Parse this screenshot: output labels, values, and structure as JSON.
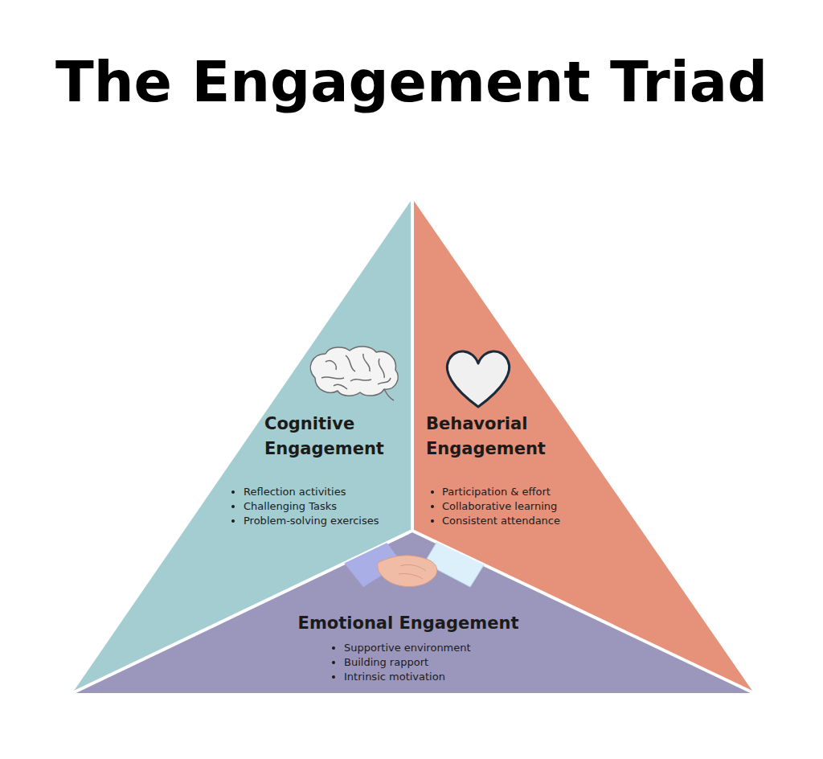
{
  "diagram": {
    "title": "The Engagement Triad",
    "nodes": [
      {
        "text": [
          "Cognitive Engagement",
          "Reflection activities",
          "Challenging Tasks",
          "Problem-solving exercises"
        ]
      },
      {
        "text": [
          "Behavorial Engagement",
          "Participation & effort",
          "Collaborative learning",
          "Consistent attendance"
        ]
      },
      {
        "text": [
          "Emotional Engagement",
          "Supportive environment",
          "Building rapport",
          "Intrinsic motivation"
        ]
      }
    ]
  }
}
